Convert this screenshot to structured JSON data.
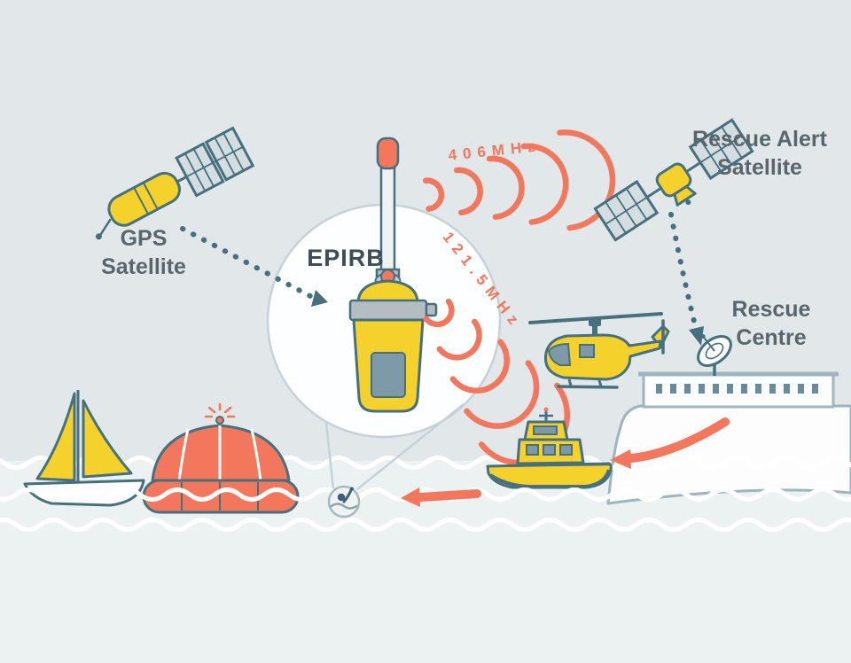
{
  "labels": {
    "gps": [
      "GPS",
      "Satellite"
    ],
    "rescue_alert": [
      "Rescue Alert",
      "Satellite"
    ],
    "rescue_centre": [
      "Rescue",
      "Centre"
    ],
    "epirb": "EPIRB",
    "freq_primary": "406MHz",
    "freq_secondary": "121.5MHz"
  },
  "colors": {
    "background": "#e2e8e9",
    "sea": "#ecf1f2",
    "beacon_yellow": "#f5d22b",
    "signal_coral": "#f2775d",
    "outline_teal": "#47707f",
    "label_text": "#5a656c",
    "panel_gray": "#d4dee1",
    "screen_blue": "#7e99a7",
    "wave_white": "#ffffff"
  }
}
